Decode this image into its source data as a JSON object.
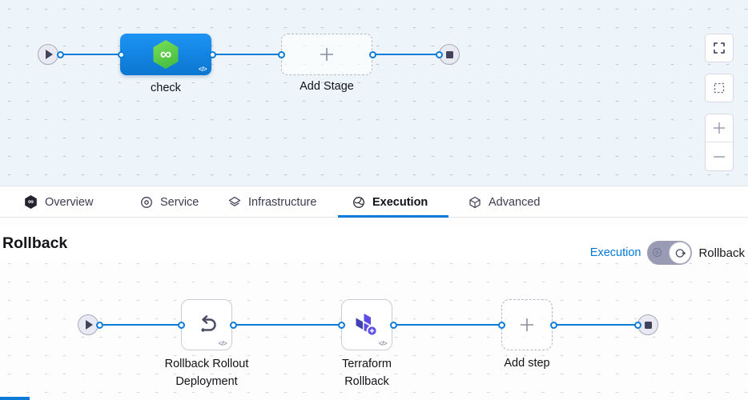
{
  "pipeline": {
    "stage_label": "check",
    "add_stage_label": "Add Stage",
    "code_glyph": "</>",
    "infinity_glyph": "∞"
  },
  "tabs": [
    {
      "label": "Overview"
    },
    {
      "label": "Service"
    },
    {
      "label": "Infrastructure"
    },
    {
      "label": "Execution"
    },
    {
      "label": "Advanced"
    }
  ],
  "rollback": {
    "heading": "Rollback",
    "toggle_left_label": "Execution",
    "toggle_right_label": "Rollback",
    "steps": [
      {
        "line1": "Rollback Rollout",
        "line2": "Deployment"
      },
      {
        "line1": "Terraform",
        "line2": "Rollback"
      }
    ],
    "add_step_label": "Add step"
  },
  "colors": {
    "accent_blue": "#0278d5",
    "stage_blue": "#0b82e6",
    "harness_green": "#4dc04a",
    "terraform_purple": "#5c4ee5"
  }
}
